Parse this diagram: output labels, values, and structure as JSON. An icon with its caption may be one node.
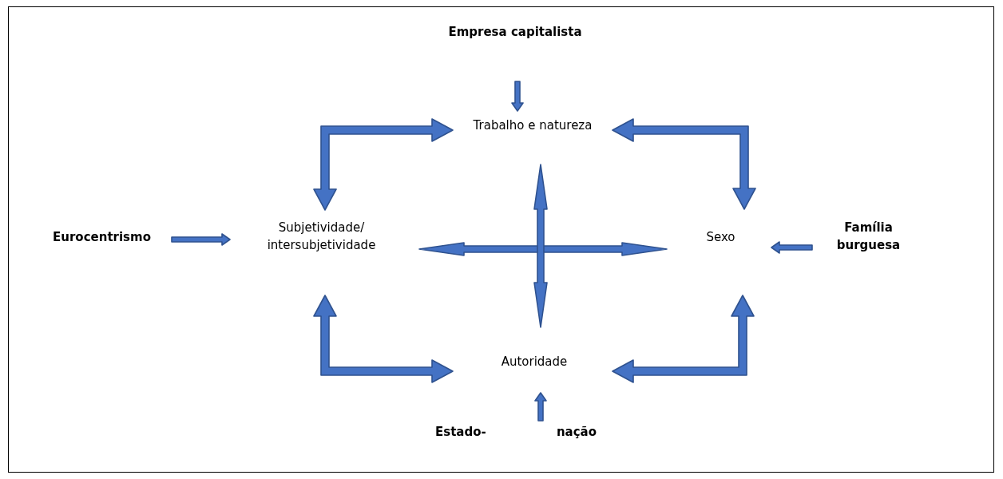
{
  "diagram": {
    "nodes": [
      {
        "text": [
          "Empresa capitalista"
        ]
      },
      {
        "text": [
          "Trabalho e natureza"
        ]
      },
      {
        "text": [
          "Eurocentrismo"
        ]
      },
      {
        "text": [
          "Subjetividade/ intersubjetividade"
        ]
      },
      {
        "text": [
          "Sexo"
        ]
      },
      {
        "text": [
          "Família burguesa"
        ]
      },
      {
        "text": [
          "Autoridade"
        ]
      },
      {
        "text": [
          "Estado-",
          "nação"
        ]
      }
    ],
    "edges": [
      {
        "from": 0,
        "to": 1,
        "arrow": "to"
      },
      {
        "from": 3,
        "to": 1,
        "arrow": "both"
      },
      {
        "from": 1,
        "to": 4,
        "arrow": "both"
      },
      {
        "from": 2,
        "to": 3,
        "arrow": "to"
      },
      {
        "from": 3,
        "to": 4,
        "arrow": "both"
      },
      {
        "from": 1,
        "to": 6,
        "arrow": "both"
      },
      {
        "from": 5,
        "to": 4,
        "arrow": "to"
      },
      {
        "from": 3,
        "to": 6,
        "arrow": "both"
      },
      {
        "from": 4,
        "to": 6,
        "arrow": "both"
      },
      {
        "from": 7,
        "to": 6,
        "arrow": "to"
      }
    ]
  }
}
